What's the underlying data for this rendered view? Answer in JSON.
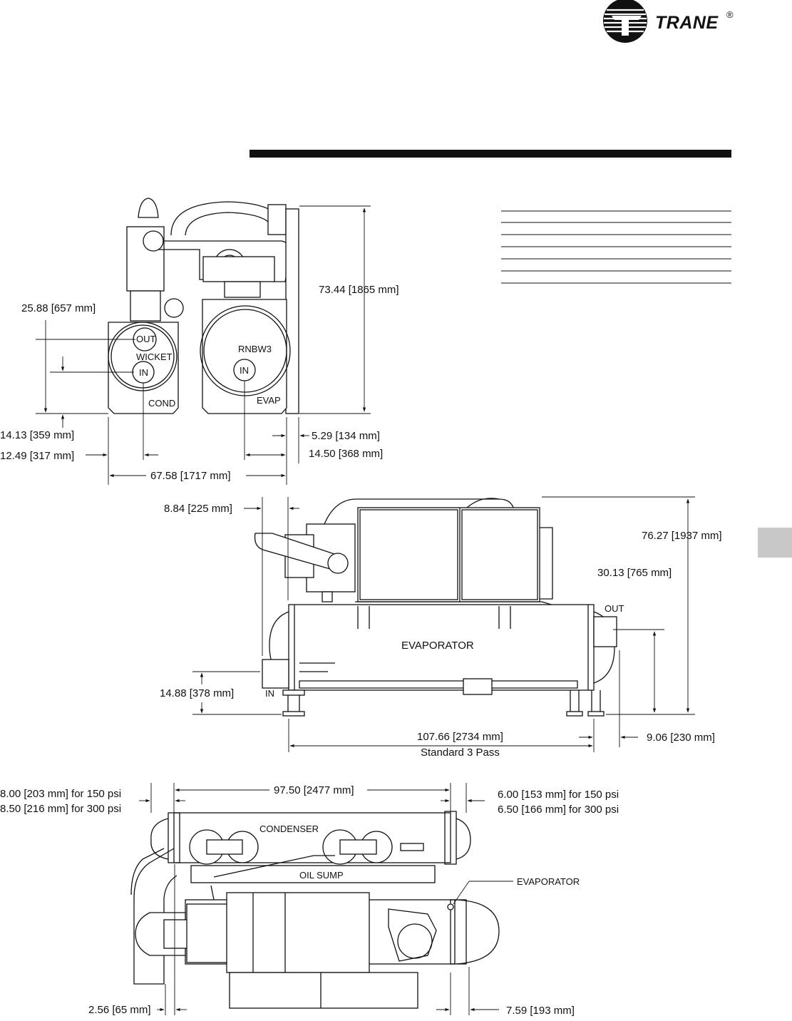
{
  "brand": {
    "name": "TRANE",
    "mark": "®"
  },
  "end_view": {
    "dims": {
      "overall_height": "73.44 [1865 mm]",
      "cond_outlet_height": "25.88 [657 mm]",
      "cond_inlet_height": "14.13 [359 mm]",
      "cond_inlet_offset": "12.49 [317 mm]",
      "overall_width": "67.58 [1717 mm]",
      "evap_offset": "5.29 [134 mm]",
      "evap_inlet_offset": "14.50 [368 mm]"
    },
    "labels": {
      "out": "OUT",
      "in_cond": "IN",
      "in_evap": "IN",
      "cond": "COND",
      "evap": "EVAP",
      "cond_plate": "WICKET",
      "evap_plate": "RNBW3"
    }
  },
  "side_view": {
    "dims": {
      "top_offset": "8.84 [225 mm]",
      "overall_height": "76.27 [1937 mm]",
      "outlet_height": "30.13 [765 mm]",
      "inlet_height": "14.88 [378 mm]",
      "length": "107.66 [2734 mm]",
      "length_note": "Standard 3 Pass",
      "end_clearance": "9.06 [230 mm]"
    },
    "labels": {
      "out": "OUT",
      "in": "IN",
      "evaporator": "EVAPORATOR"
    }
  },
  "top_view": {
    "dims": {
      "length": "97.50 [2477 mm]",
      "left_150": "8.00 [203 mm] for 150 psi",
      "left_300": "8.50 [216 mm] for 300 psi",
      "right_150": "6.00 [153 mm] for 150 psi",
      "right_300": "6.50 [166 mm] for 300 psi",
      "left_bottom": "2.56 [65 mm]",
      "right_bottom": "7.59 [193 mm]"
    },
    "labels": {
      "condenser": "CONDENSER",
      "oil_sump": "OIL SUMP",
      "evaporator": "EVAPORATOR"
    }
  }
}
